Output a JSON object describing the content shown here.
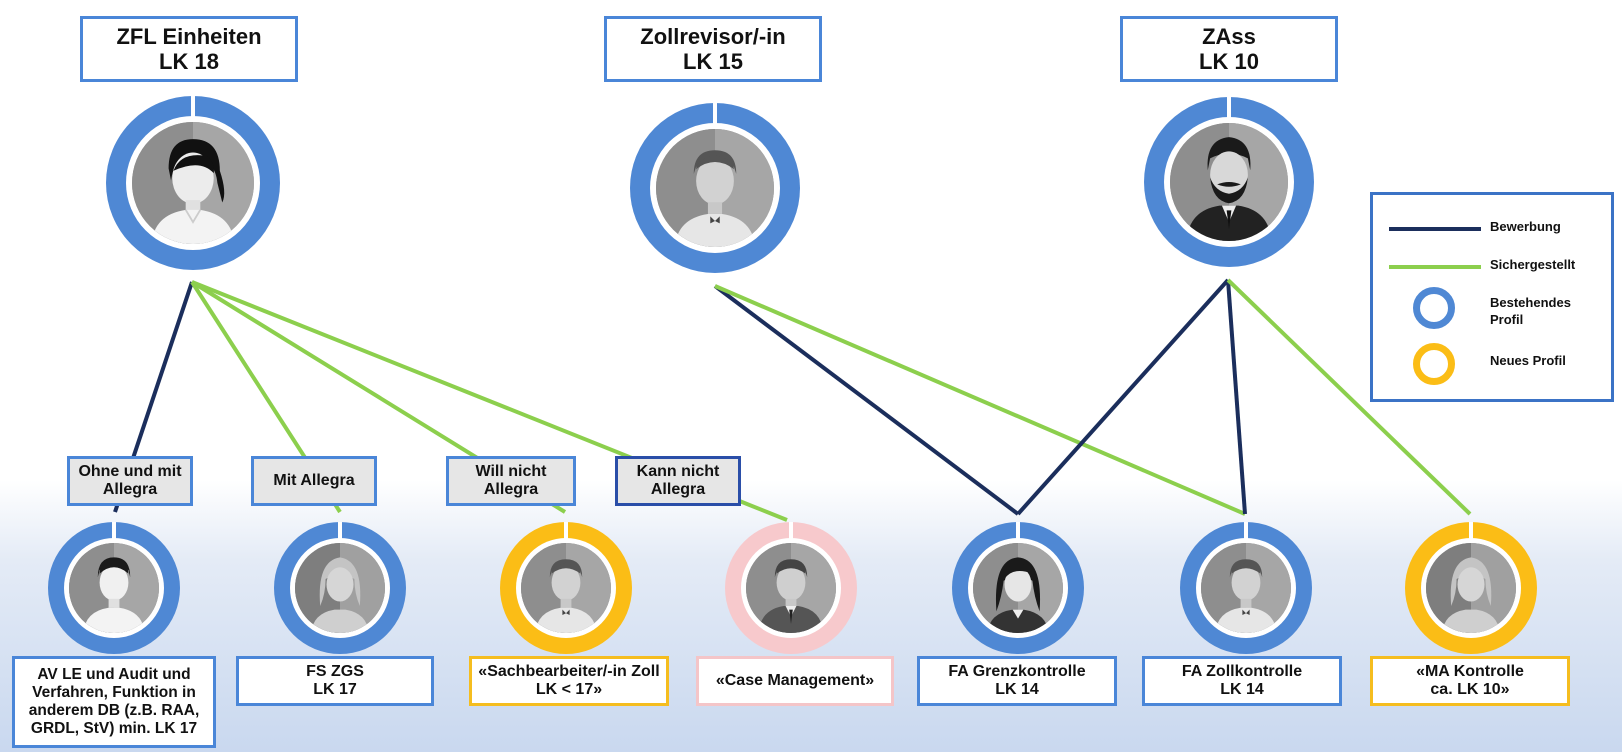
{
  "top_roles": [
    {
      "name": "ZFL Einheiten",
      "lk": "LK 18"
    },
    {
      "name": "Zollrevisor/-in",
      "lk": "LK 15"
    },
    {
      "name": "ZAss",
      "lk": "LK 10"
    }
  ],
  "sub_labels": [
    {
      "text": "Ohne und mit Allegra"
    },
    {
      "text": "Mit Allegra"
    },
    {
      "text": "Will nicht Allegra"
    },
    {
      "text": "Kann nicht Allegra"
    }
  ],
  "bottom_roles": [
    {
      "line1": "AV LE und Audit und Verfahren, Funktion in anderem DB (z.B. RAA, GRDL, StV) min. LK 17",
      "line2": "",
      "profile": "Bestehendes Profil"
    },
    {
      "line1": "FS ZGS",
      "line2": "LK 17",
      "profile": "Bestehendes Profil"
    },
    {
      "line1": "«Sachbearbeiter/-in Zoll",
      "line2": "LK < 17»",
      "profile": "Neues Profil"
    },
    {
      "line1": "«Case Management»",
      "line2": "",
      "profile": ""
    },
    {
      "line1": "FA Grenzkontrolle",
      "line2": "LK 14",
      "profile": "Bestehendes Profil"
    },
    {
      "line1": "FA Zollkontrolle",
      "line2": "LK 14",
      "profile": "Bestehendes Profil"
    },
    {
      "line1": "«MA Kontrolle",
      "line2": "ca. LK 10»",
      "profile": "Neues Profil"
    }
  ],
  "connections": [
    {
      "from": "ZFL Einheiten",
      "to": "AV LE und Audit und Verfahren",
      "type": "Bewerbung"
    },
    {
      "from": "ZFL Einheiten",
      "to": "FS ZGS",
      "type": "Sichergestellt"
    },
    {
      "from": "ZFL Einheiten",
      "to": "«Sachbearbeiter/-in Zoll",
      "type": "Sichergestellt"
    },
    {
      "from": "ZFL Einheiten",
      "to": "«Case Management»",
      "type": "Sichergestellt"
    },
    {
      "from": "Zollrevisor/-in",
      "to": "FA Grenzkontrolle",
      "type": "Bewerbung"
    },
    {
      "from": "Zollrevisor/-in",
      "to": "FA Zollkontrolle",
      "type": "Sichergestellt"
    },
    {
      "from": "ZAss",
      "to": "FA Grenzkontrolle",
      "type": "Bewerbung"
    },
    {
      "from": "ZAss",
      "to": "FA Zollkontrolle",
      "type": "Bewerbung"
    },
    {
      "from": "ZAss",
      "to": "«MA Kontrolle",
      "type": "Sichergestellt"
    }
  ],
  "legend": {
    "bewerbung": "Bewerbung",
    "sichergestellt": "Sichergestellt",
    "bestehendes_profil": "Bestehendes Profil",
    "neues_profil": "Neues Profil"
  },
  "colors": {
    "bewerbung": "#1b2e5c",
    "sichergestellt": "#8ccf4d",
    "bestehendes_profil": "#4f88d4",
    "neues_profil": "#fbbd16",
    "case_management": "#f7c9cc"
  }
}
